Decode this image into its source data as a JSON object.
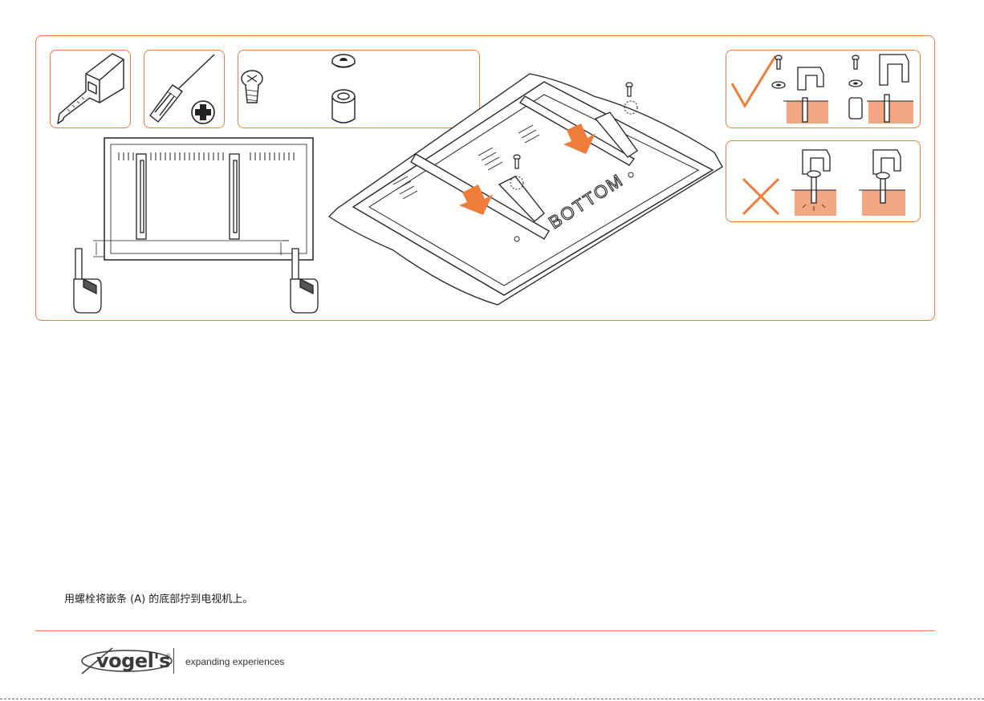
{
  "diagram": {
    "bottom_label": "BOTTOM",
    "accent_color": "#ee7d3c",
    "light_accent_color": "#f3a684",
    "tools": [
      "tape-measure-icon",
      "phillips-screwdriver-icon",
      "screw-washer-spacer-icon"
    ],
    "correct_marker": "check-icon",
    "incorrect_marker": "cross-icon"
  },
  "instruction": {
    "text": "用螺栓将嵌条 (A) 的底部拧到电视机上。"
  },
  "footer": {
    "brand": "vogel's",
    "registered_mark": "®",
    "tagline": "expanding experiences"
  }
}
